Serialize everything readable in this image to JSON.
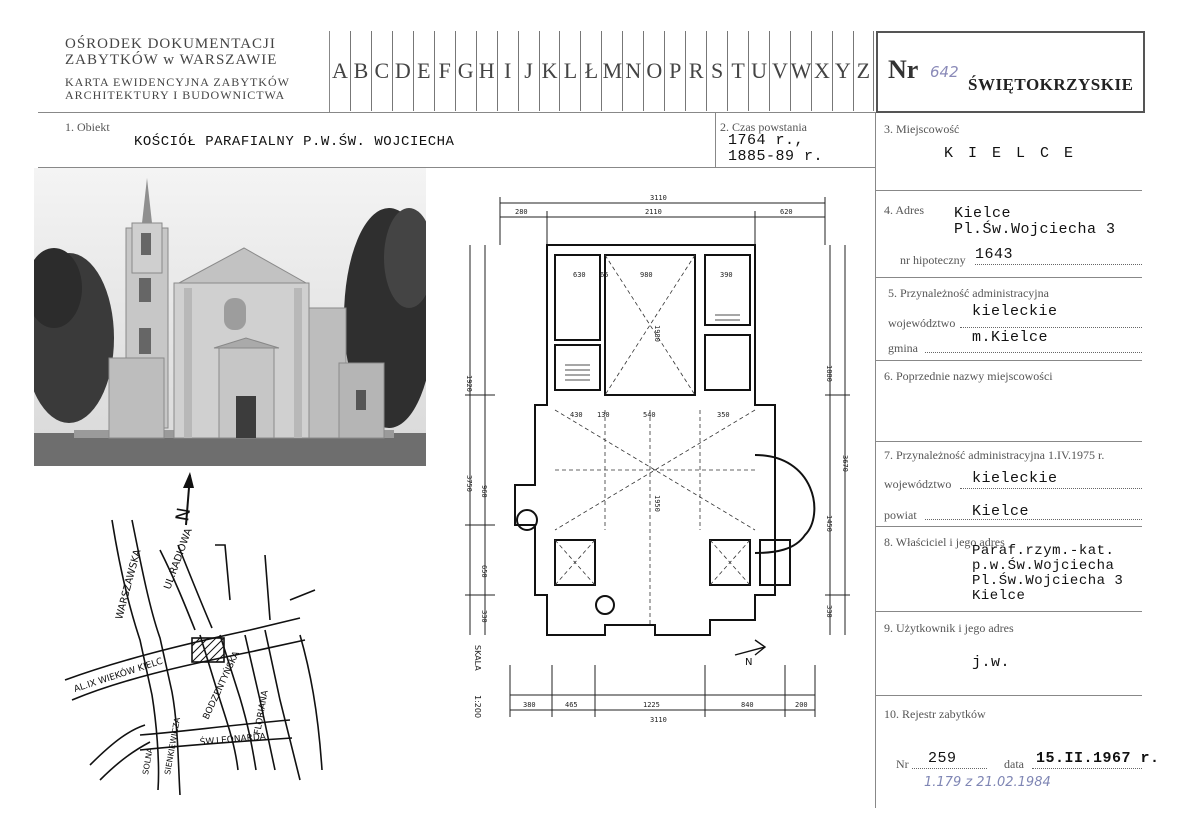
{
  "header": {
    "institution_line1": "OŚRODEK DOKUMENTACJI",
    "institution_line2": "ZABYTKÓW w WARSZAWIE",
    "card_title_line1": "KARTA EWIDENCYJNA ZABYTKÓW",
    "card_title_line2": "ARCHITEKTURY I BUDOWNICTWA",
    "letters": [
      "A",
      "B",
      "C",
      "D",
      "E",
      "F",
      "G",
      "H",
      "I",
      "J",
      "K",
      "L",
      "Ł",
      "M",
      "N",
      "O",
      "P",
      "R",
      "S",
      "T",
      "U",
      "V",
      "W",
      "X",
      "Y",
      "Z"
    ],
    "nr_label": "Nr",
    "nr_value": "642",
    "province": "ŚWIĘTOKRZYSKIE"
  },
  "fields": {
    "object_label": "1. Obiekt",
    "object_value": "KOŚCIÓŁ PARAFIALNY P.W.ŚW. WOJCIECHA",
    "date_label": "2. Czas powstania",
    "date_value_1": "1764 r.,",
    "date_value_2": "1885-89 r.",
    "locality_label": "3. Miejscowość",
    "locality_value": "K I E L C E",
    "address_label": "4. Adres",
    "address_value_1": "Kielce",
    "address_value_2": "Pl.Św.Wojciecha 3",
    "mortgage_label": "nr hipoteczny",
    "mortgage_value": "1643",
    "admin_label": "5. Przynależność administracyjna",
    "voiv_label": "województwo",
    "voiv_value": "kieleckie",
    "gmina_label": "gmina",
    "gmina_value": "m.Kielce",
    "prev_names_label": "6. Poprzednie nazwy miejscowości",
    "admin1975_label": "7. Przynależność administracyjna 1.IV.1975 r.",
    "voiv1975_label": "województwo",
    "voiv1975_value": "kieleckie",
    "powiat_label": "powiat",
    "powiat_value": "Kielce",
    "owner_label": "8. Właściciel i jego adres",
    "owner_value_1": "Paraf.rzym.-kat.",
    "owner_value_2": "p.w.Św.Wojciecha",
    "owner_value_3": "Pl.Św.Wojciecha 3",
    "owner_value_4": "Kielce",
    "user_label": "9. Użytkownik i jego adres",
    "user_value": "j.w.",
    "register_label": "10. Rejestr zabytków",
    "reg_nr_label": "Nr",
    "reg_nr_value": "259",
    "reg_date_label": "data",
    "reg_date_value": "15.II.1967 r.",
    "reg_note": "1.179 z 21.02.1984"
  },
  "map": {
    "streets": [
      "WARSZAWSKA",
      "UL.RADIOWA",
      "AL.IX WIEKÓW KIELC",
      "BODZENTYŃSKA",
      "FLORIANA",
      "ŚW.LEONARDA",
      "SIENKIEWICZA",
      "SOLNA"
    ]
  },
  "plan": {
    "scale_label": "SKALA",
    "scale_value": "1:200",
    "top_dims": [
      "3110",
      "280",
      "2110",
      "620"
    ],
    "bottom_dims": [
      "380",
      "465",
      "1225",
      "840",
      "200",
      "3110"
    ],
    "left_dims": [
      "1920",
      "3750",
      "960",
      "650",
      "330"
    ],
    "right_dims": [
      "1880",
      "3670",
      "1450",
      "330"
    ],
    "room_dims": [
      "630",
      "980",
      "390",
      "65",
      "430",
      "130",
      "540",
      "350",
      "1980",
      "1950"
    ]
  },
  "colors": {
    "ink": "#111111",
    "rule": "#888888",
    "handwriting": "#7f86b4"
  }
}
